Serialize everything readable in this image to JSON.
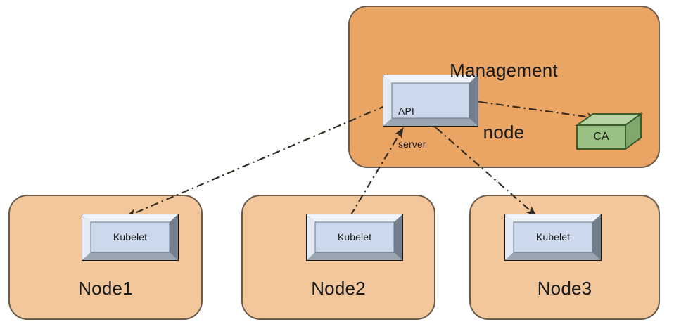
{
  "diagram": {
    "title": "Kubernetes node certificate / API server communication diagram",
    "management_node": {
      "label_line1": "Management",
      "label_line2": "node",
      "fill_color": "#eaa564",
      "stroke_color": "#6b5b4b",
      "api_server": {
        "label_line1": "API",
        "label_line2": "server",
        "face_color": "#ccd9ec",
        "bevel_light": "#e8eef7",
        "bevel_dark": "#8f9aa8"
      },
      "ca": {
        "label": "CA",
        "front_color": "#99c183",
        "top_color": "#b7d5a4",
        "side_color": "#7fa86c",
        "stroke_color": "#3d5c2e"
      }
    },
    "worker_nodes": [
      {
        "label": "Node1",
        "fill_color": "#f2c79b",
        "stroke_color": "#6b5b4b",
        "component": {
          "label": "Kubelet",
          "face_color": "#ccd9ec",
          "bevel_light": "#e8eef7",
          "bevel_dark": "#8f9aa8"
        }
      },
      {
        "label": "Node2",
        "fill_color": "#f2c79b",
        "stroke_color": "#6b5b4b",
        "component": {
          "label": "Kubelet",
          "face_color": "#ccd9ec",
          "bevel_light": "#e8eef7",
          "bevel_dark": "#8f9aa8"
        }
      },
      {
        "label": "Node3",
        "fill_color": "#f2c79b",
        "stroke_color": "#6b5b4b",
        "component": {
          "label": "Kubelet",
          "face_color": "#ccd9ec",
          "bevel_light": "#e8eef7",
          "bevel_dark": "#8f9aa8"
        }
      }
    ],
    "connections": [
      {
        "from": "api-server",
        "to": "node1-kubelet",
        "style": "dash-dot",
        "arrows": "both"
      },
      {
        "from": "node2-kubelet",
        "to": "api-server",
        "style": "dash-dot",
        "arrows": "both"
      },
      {
        "from": "api-server",
        "to": "node3-kubelet",
        "style": "dash-dot",
        "arrows": "both"
      },
      {
        "from": "api-server",
        "to": "ca",
        "style": "dash-dot",
        "arrows": "both"
      }
    ],
    "line_color": "#332b22"
  }
}
